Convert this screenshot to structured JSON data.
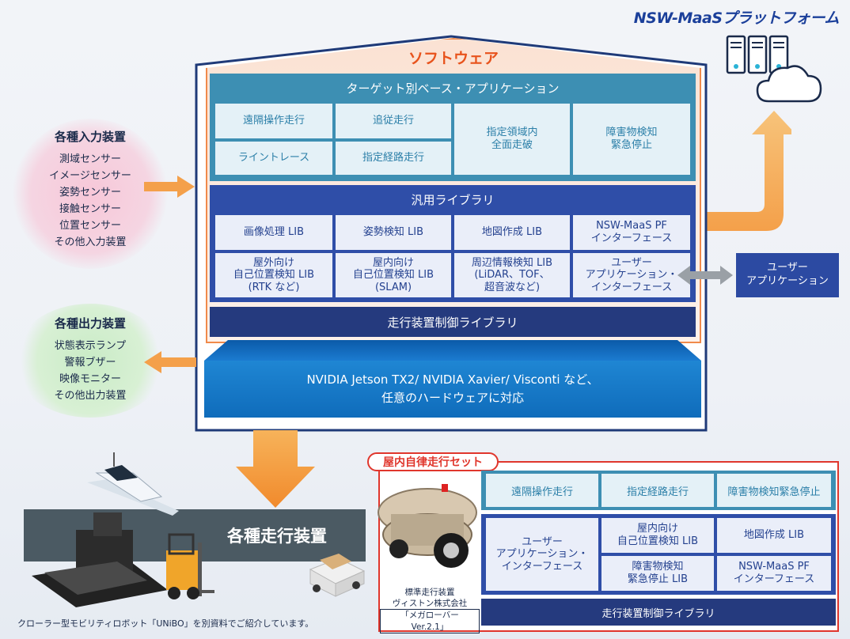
{
  "brand": "NSW-MaaSプラットフォーム",
  "software": {
    "title": "ソフトウェア",
    "target": {
      "title": "ターゲット別ベース・アプリケーション",
      "cells": [
        "遠隔操作走行",
        "追従走行",
        "指定領域内\n全面走破",
        "障害物検知\n緊急停止",
        "ライントレース",
        "指定経路走行"
      ]
    },
    "library": {
      "title": "汎用ライブラリ",
      "cells": [
        "画像処理 LIB",
        "姿勢検知 LIB",
        "地図作成 LIB",
        "NSW-MaaS PF\nインターフェース",
        "屋外向け\n自己位置検知 LIB\n(RTK など)",
        "屋内向け\n自己位置検知 LIB\n(SLAM)",
        "周辺情報検知 LIB\n(LiDAR、TOF、\n超音波など)",
        "ユーザー\nアプリケーション・\nインターフェース"
      ]
    },
    "drive_lib": "走行装置制御ライブラリ"
  },
  "hardware": {
    "line1": "NVIDIA Jetson TX2/ NVIDIA Xavier/ Visconti など、",
    "line2": "任意のハードウェアに対応"
  },
  "input": {
    "title": "各種入力装置",
    "items": [
      "測域センサー",
      "イメージセンサー",
      "姿勢センサー",
      "接触センサー",
      "位置センサー",
      "その他入力装置"
    ]
  },
  "output": {
    "title": "各種出力装置",
    "items": [
      "状態表示ランプ",
      "警報ブザー",
      "映像モニター",
      "その他出力装置"
    ]
  },
  "user_app": "ユーザー\nアプリケーション",
  "bottom": {
    "label": "各種走行装置",
    "note": "クローラー型モビリティロボット「UNiBO」を別資料でご紹介しています。"
  },
  "indoor_set": {
    "tag": "屋内自律走行セット",
    "row1": [
      "遠隔操作走行",
      "指定経路走行",
      "障害物検知緊急停止"
    ],
    "lib": [
      "ユーザー\nアプリケーション・\nインターフェース",
      "屋内向け\n自己位置検知 LIB",
      "地図作成 LIB",
      "障害物検知\n緊急停止 LIB",
      "NSW-MaaS PF\nインターフェース"
    ],
    "drive_lib": "走行装置制御ライブラリ",
    "robot_caption_1": "標準走行装置",
    "robot_caption_2": "ヴィストン株式会社",
    "robot_caption_3": "「メガローバー Ver.2.1」"
  },
  "colors": {
    "accent_orange": "#f08a4b",
    "teal": "#3d8fb3",
    "navy": "#2f4ea8",
    "dark_navy": "#253a7e",
    "hw_blue": "#1f86d3",
    "set_red": "#e0362c"
  }
}
